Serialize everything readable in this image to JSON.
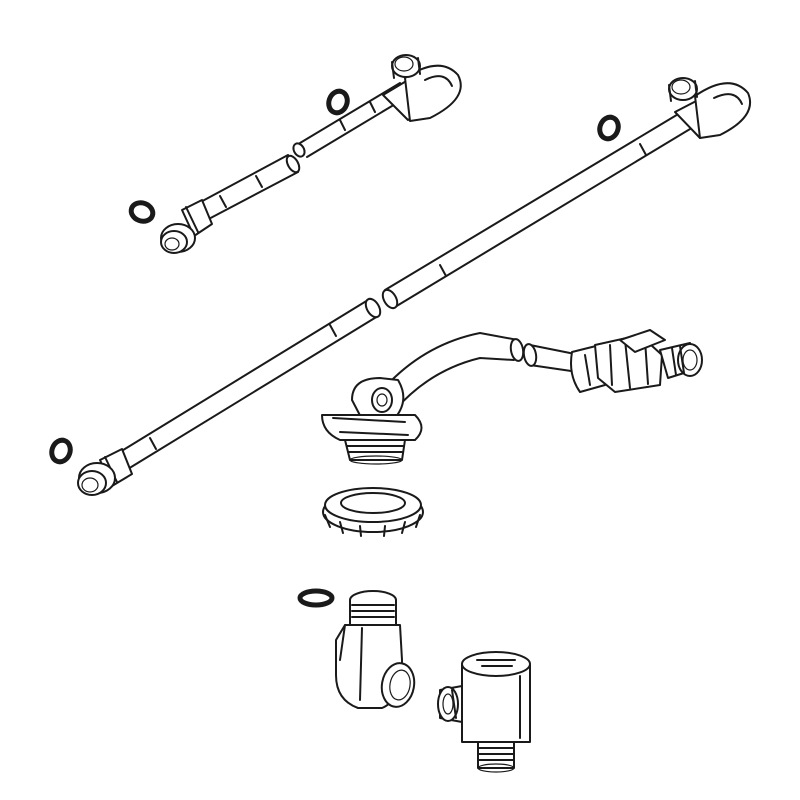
{
  "diagram": {
    "kind": "exploded parts line drawing, no text",
    "stroke_color": "#1a1a1a",
    "background_color": "#ffffff",
    "parts": [
      "short-hose-assembly",
      "long-hose-assembly",
      "drain-hose-assembly",
      "lock-nut",
      "elbow-connector",
      "valve-body",
      "o-ring-seal"
    ]
  }
}
